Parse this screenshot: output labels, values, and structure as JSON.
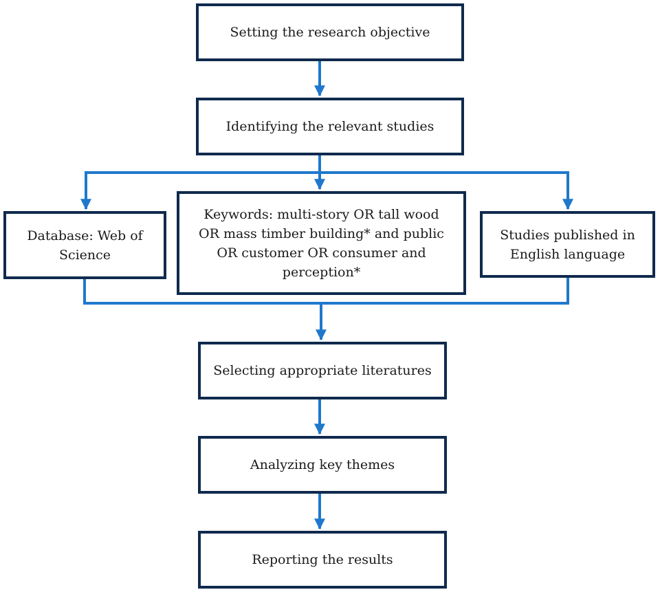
{
  "colors": {
    "box_border": "#0f2a4d",
    "connector": "#1f78cc",
    "text": "#1a1a1a"
  },
  "steps": {
    "objective": "Setting the research objective",
    "identify": "Identifying the relevant studies",
    "selecting": "Selecting appropriate literatures",
    "analyzing": "Analyzing key themes",
    "reporting": "Reporting the results"
  },
  "criteria": {
    "database": "Database: Web of Science",
    "keywords": "Keywords: multi-story OR tall wood OR mass timber building* and public OR customer OR consumer and perception*",
    "language": "Studies published in English language"
  }
}
